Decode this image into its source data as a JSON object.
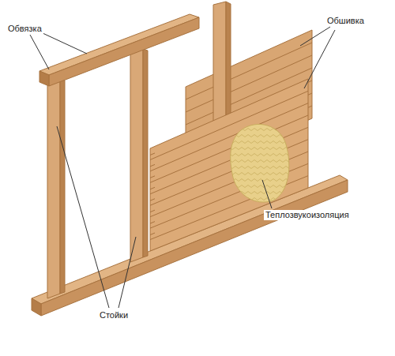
{
  "diagram": {
    "labels": [
      "Обвязка",
      "Обшивка",
      "Теплозвукоизоляция",
      "Стойки"
    ]
  }
}
